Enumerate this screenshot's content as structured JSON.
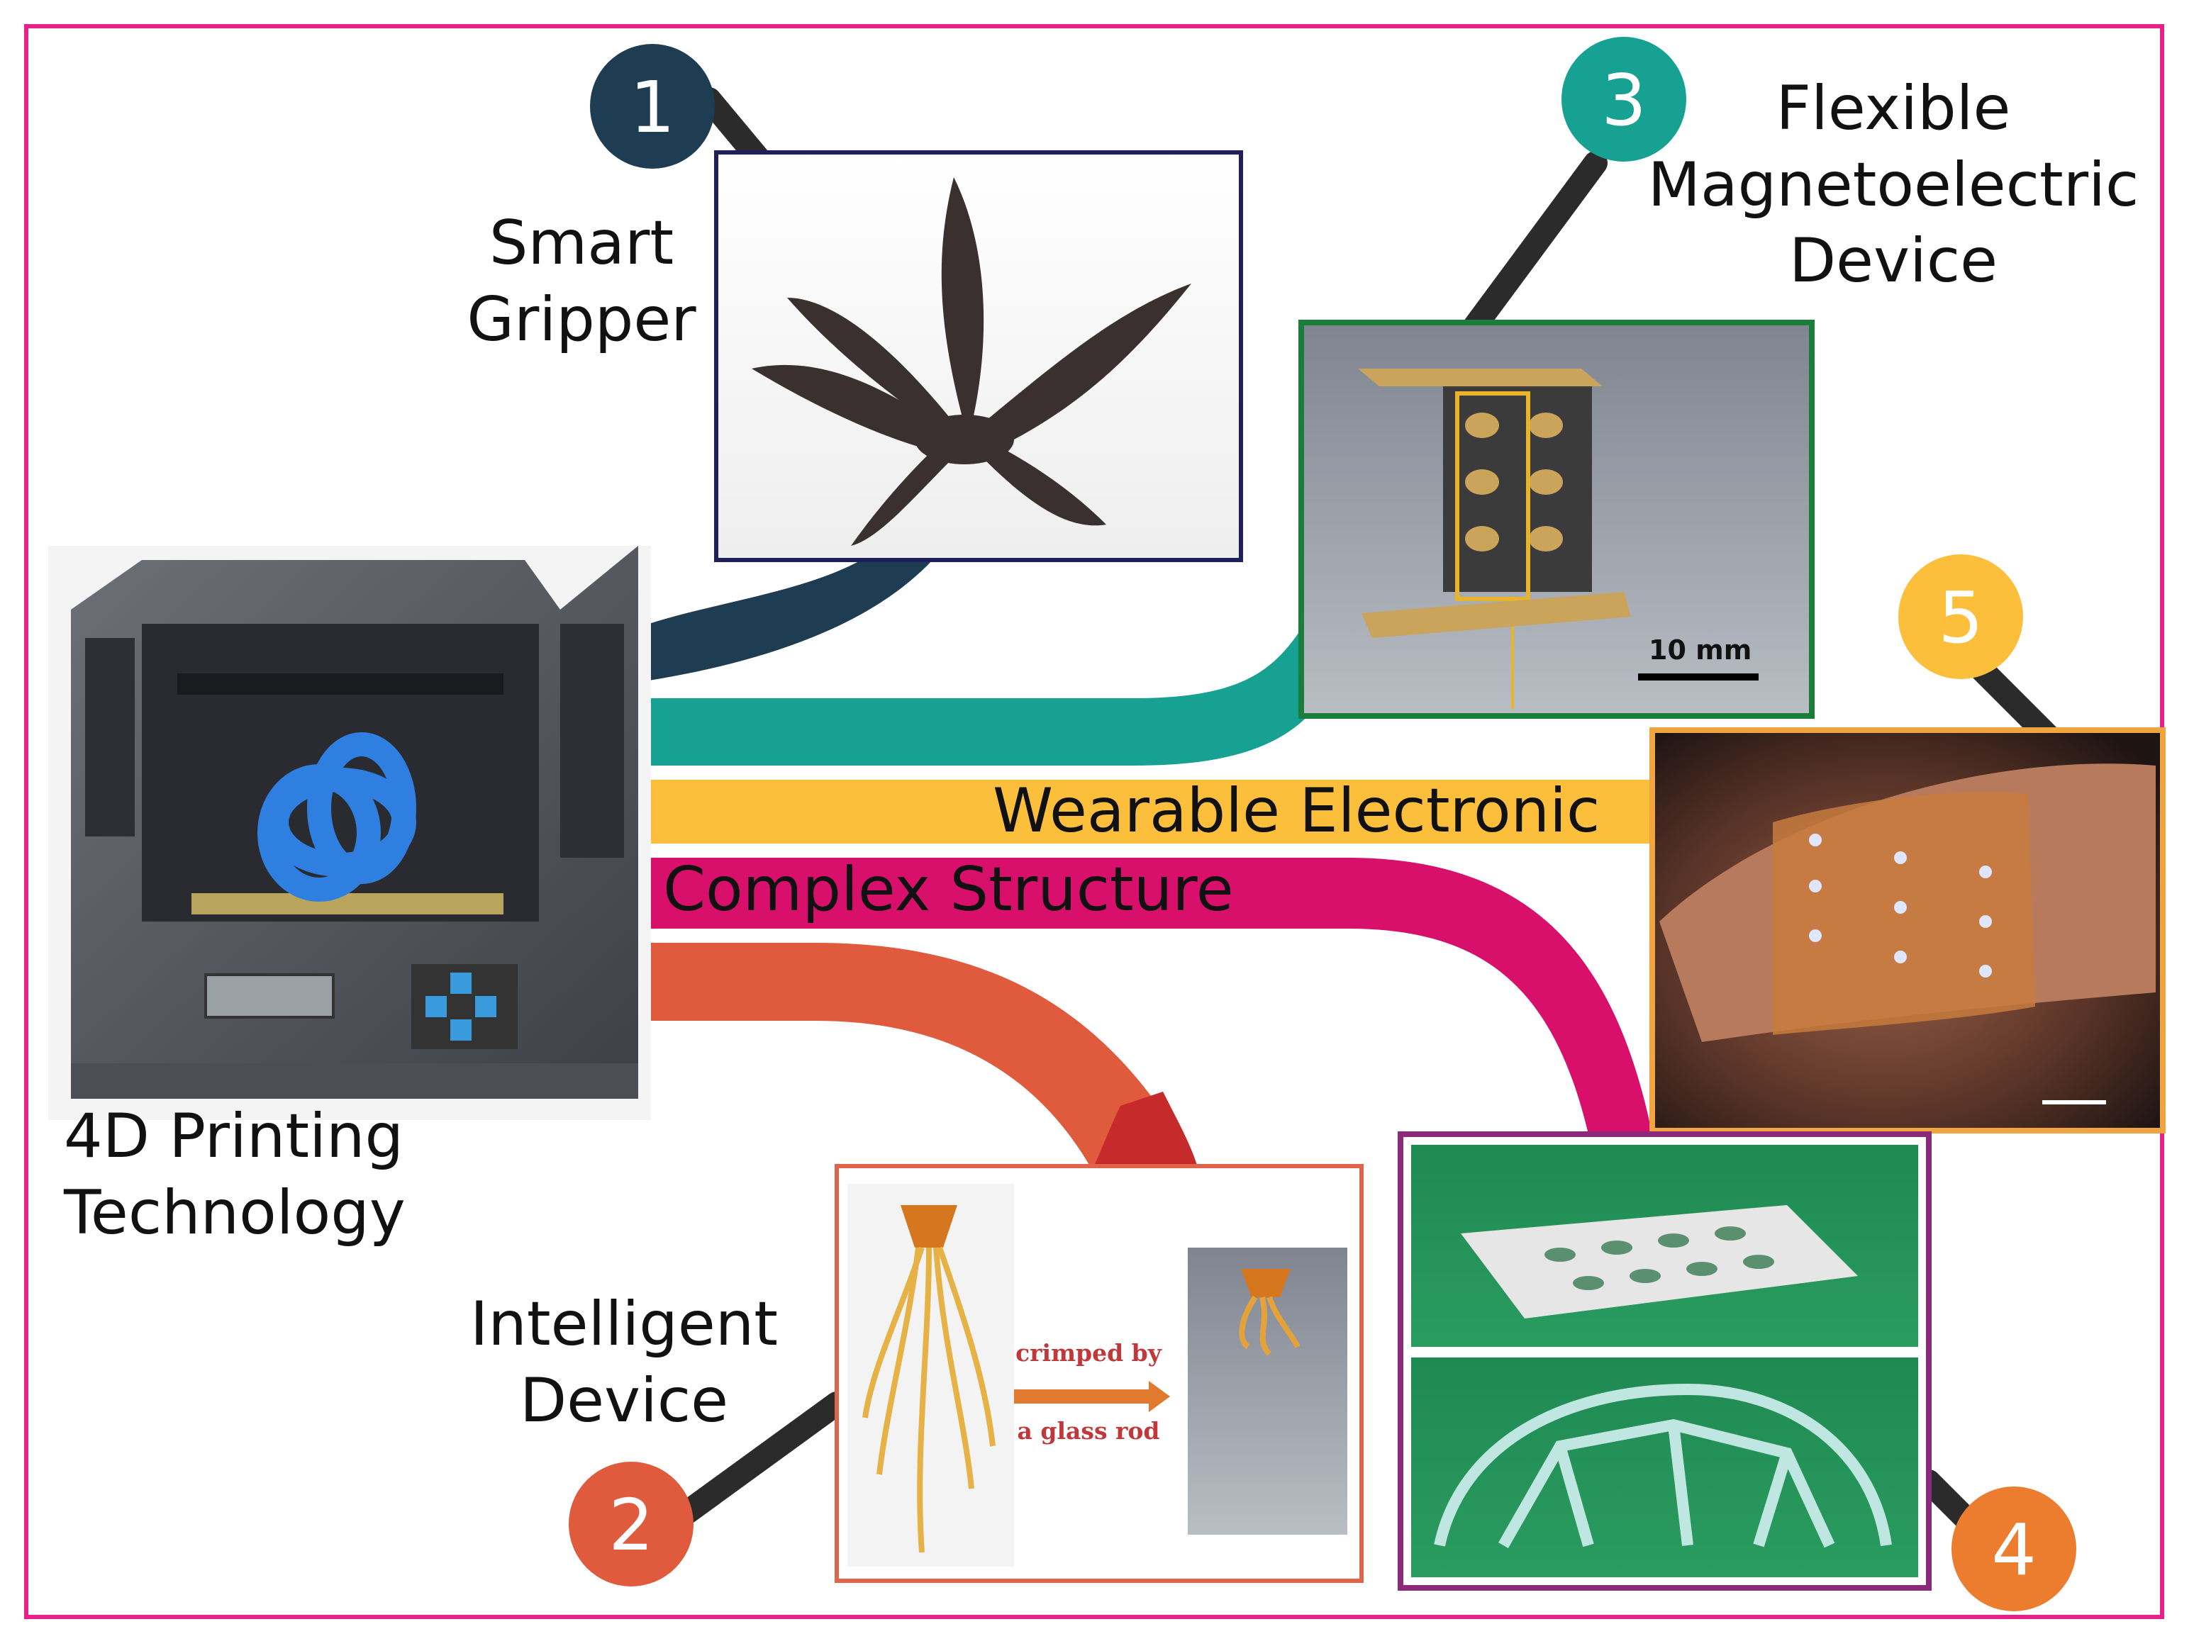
{
  "colors": {
    "frame": "#e8208a",
    "band1": "#1e3d52",
    "band3": "#16a192",
    "band5": "#fbbf3c",
    "band4": "#d90f6c",
    "band2": "#e05a3d",
    "badge1": "#1e3d52",
    "badge2": "#e05a3d",
    "badge3": "#16a192",
    "badge4": "#ec7d2f",
    "badge5": "#fbbf3c",
    "connector": "#2b2b2b"
  },
  "center": {
    "caption_line1": "4D Printing",
    "caption_line2": "Technology",
    "image_icon": "3d-printer-illustration"
  },
  "branches": [
    {
      "number": "1",
      "label_line1": "Smart",
      "label_line2": "Gripper",
      "image_icon": "flower-gripper-photo"
    },
    {
      "number": "2",
      "label_line1": "Intelligent",
      "label_line2": "Device",
      "image_icon": "tentacle-device-photo",
      "annotation_line1": "crimped by",
      "annotation_line2": "a glass rod"
    },
    {
      "number": "3",
      "label_line1": "Flexible",
      "label_line2": "Magnetoelectric",
      "label_line3": "Device",
      "image_icon": "lattice-structure-photo",
      "scale_bar": "10 mm"
    },
    {
      "number": "4",
      "image_icon": "lattice-sheet-photos"
    },
    {
      "number": "5",
      "image_icon": "finger-wearable-photo"
    }
  ],
  "bands": {
    "wearable": "Wearable Electronic",
    "complex": "Complex Structure"
  }
}
